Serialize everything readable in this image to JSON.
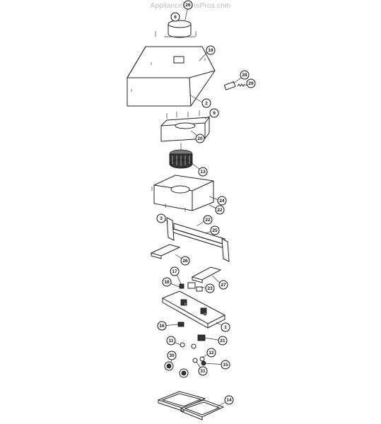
{
  "watermark": "AppliancePartsPros.com",
  "callouts": [
    "26",
    "6",
    "19",
    "28",
    "29",
    "2",
    "9",
    "20",
    "13",
    "24",
    "22",
    "3",
    "22",
    "25",
    "26",
    "27",
    "17",
    "23",
    "18",
    "16",
    "1",
    "11",
    "21",
    "30",
    "12",
    "15",
    "31",
    "14"
  ]
}
